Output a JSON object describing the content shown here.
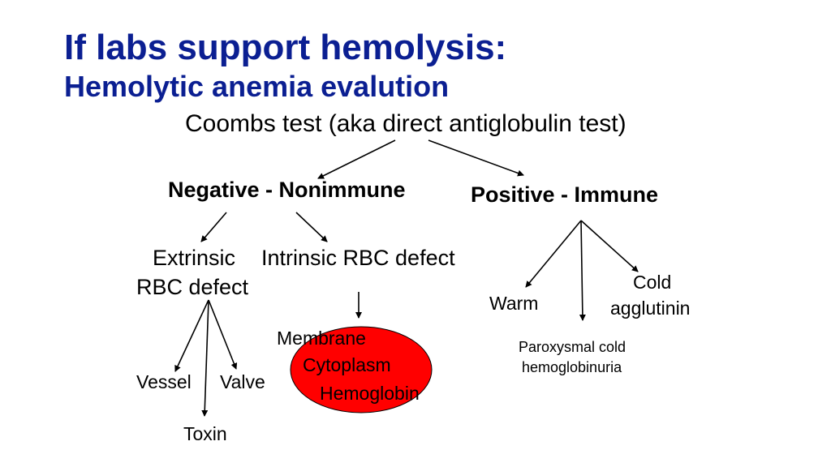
{
  "title": {
    "line1": "If labs support hemolysis:",
    "line2": "Hemolytic anemia evalution"
  },
  "root": "Coombs test (aka direct antiglobulin test)",
  "negative": {
    "label": "Negative - Nonimmune",
    "extrinsic": {
      "line1": "Extrinsic",
      "line2": "RBC defect",
      "children": [
        "Vessel",
        "Valve",
        "Toxin"
      ]
    },
    "intrinsic": {
      "label": "Intrinsic RBC defect",
      "children": [
        "Membrane",
        "Cytoplasm",
        "Hemoglobin"
      ]
    }
  },
  "positive": {
    "label": "Positive - Immune",
    "children": {
      "warm": "Warm",
      "cold_line1": "Cold",
      "cold_line2": "agglutinin",
      "pch_line1": "Paroxysmal cold",
      "pch_line2": "hemoglobinuria"
    }
  },
  "colors": {
    "title": "#0b1f92",
    "cell": "#ff0000"
  }
}
